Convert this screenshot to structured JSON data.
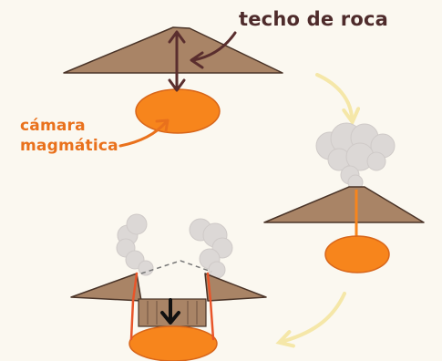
{
  "labels": {
    "rock_roof": "techo de roca",
    "magma_chamber_line1": "cámara",
    "magma_chamber_line2": "magmática"
  },
  "colors": {
    "background": "#fbf8f0",
    "rock": "#a98466",
    "rock_outline": "#4a3428",
    "magma": "#f7851c",
    "magma_outline": "#c95a10",
    "arrow_brown": "#5a2e2e",
    "arrow_orange": "#e9711c",
    "flow_arrow": "#f5e7a8",
    "smoke": "#dcd8d6",
    "fault": "#e8552a",
    "collapse_arrow": "#111111"
  },
  "stages": [
    {
      "id": "stage-1",
      "icon": "volcano-with-magma-chamber-icon"
    },
    {
      "id": "stage-2",
      "icon": "erupting-volcano-icon"
    },
    {
      "id": "stage-3",
      "icon": "caldera-collapse-icon"
    }
  ]
}
